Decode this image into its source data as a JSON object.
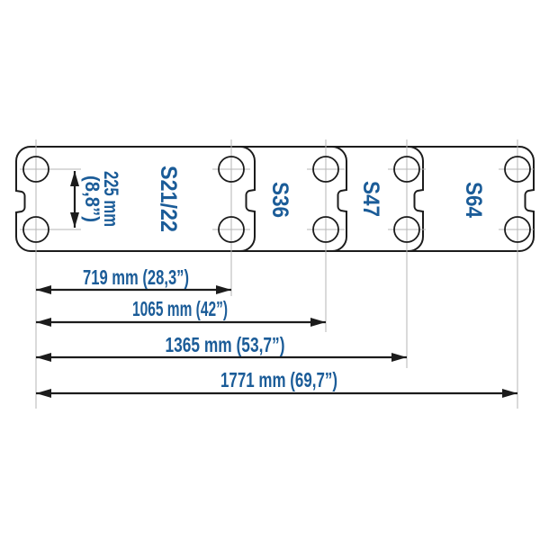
{
  "diagram": {
    "type": "technical-dimension-drawing",
    "models": [
      {
        "name": "S21/22",
        "length_label": "719 mm (28,3”)"
      },
      {
        "name": "S36",
        "length_label": "1065 mm (42”)"
      },
      {
        "name": "S47",
        "length_label": "1365 mm (53,7”)"
      },
      {
        "name": "S64",
        "length_label": "1771 mm (69,7”)"
      }
    ],
    "height_dimension": {
      "mm_label": "225 mm",
      "inch_label": "(8,8”)"
    },
    "colors": {
      "accent_blue": "#1b5c98",
      "outline_black": "#1c1c1c",
      "centerline_gray": "#b5b5b5",
      "background": "#ffffff"
    }
  }
}
